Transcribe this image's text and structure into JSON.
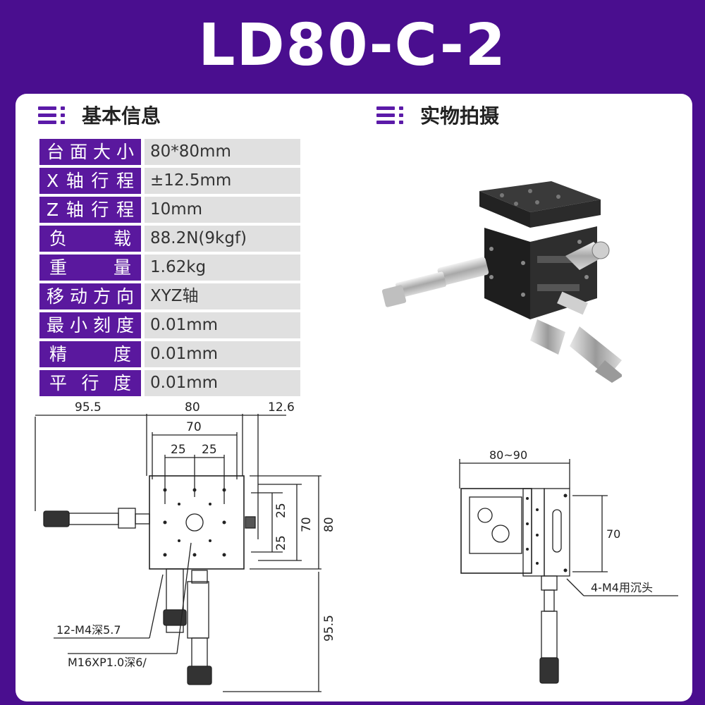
{
  "title": "LD80-C-2",
  "sections": {
    "basic": "基本信息",
    "photo": "实物拍摄"
  },
  "specs": [
    {
      "key": "台面大小",
      "value": "80*80mm"
    },
    {
      "key": "X轴行程",
      "value": "±12.5mm"
    },
    {
      "key": "Z轴行程",
      "value": "10mm"
    },
    {
      "key": "负载",
      "value": "88.2N(9kgf)"
    },
    {
      "key": "重量",
      "value": "1.62kg"
    },
    {
      "key": "移动方向",
      "value": "XYZ轴"
    },
    {
      "key": "最小刻度",
      "value": "0.01mm"
    },
    {
      "key": "精度",
      "value": "0.01mm"
    },
    {
      "key": "平行度",
      "value": "0.01mm"
    }
  ],
  "drawing_top": {
    "dim_left": "95.5",
    "dim_width": "80",
    "dim_right": "12.6",
    "dim_holes": "70",
    "dim_pitch_a": "25",
    "dim_pitch_b": "25",
    "dim_v25a": "25",
    "dim_v25b": "25",
    "dim_v70": "70",
    "dim_v80": "80",
    "dim_bottom": "95.5",
    "note_holes": "12-M4深5.7",
    "note_thread": "M16XP1.0深6/"
  },
  "drawing_side": {
    "dim_width": "80~90",
    "dim_height": "70",
    "note_holes": "4-M4用沉头"
  },
  "colors": {
    "background": "#4a0e8f",
    "key_bg": "#5a189e",
    "value_bg": "#e0e0e0"
  }
}
